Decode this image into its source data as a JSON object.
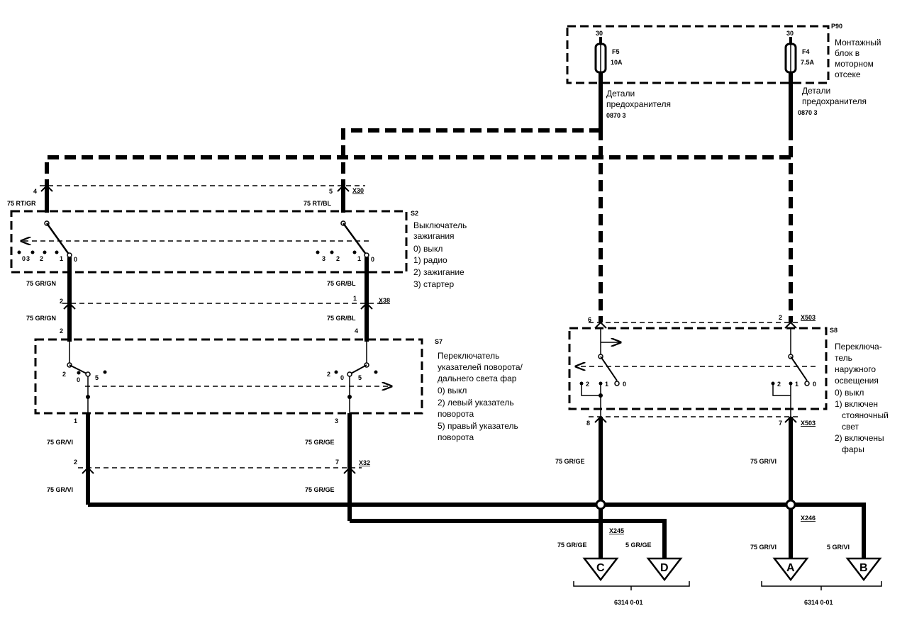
{
  "fuse_box": {
    "id": "P90",
    "title_lines": [
      "Монтажный",
      "блок в",
      "моторном",
      "отсеке"
    ],
    "fuses": [
      {
        "terminal": "30",
        "id": "F5",
        "rating": "10A",
        "detail_lines": [
          "Детали",
          "предохранителя"
        ],
        "ref": "0870 3"
      },
      {
        "terminal": "30",
        "id": "F4",
        "rating": "7.5A",
        "detail_lines": [
          "Детали",
          "предохранителя"
        ],
        "ref": "0870 3"
      }
    ]
  },
  "ignition_switch": {
    "id": "S2",
    "title_lines": [
      "Выключатель",
      "зажигания"
    ],
    "positions": [
      "0) выкл",
      "1) радио",
      "2) зажигание",
      "3) стартер"
    ],
    "left_digits": [
      "0",
      "3",
      "2",
      "1",
      "0"
    ],
    "right_digits": [
      "3",
      "2",
      "1",
      "0"
    ],
    "connector": "X30",
    "pin_left": "4",
    "pin_right": "5",
    "wire_left": "75 RT/GR",
    "wire_right": "75 RT/BL"
  },
  "turn_switch": {
    "id": "S7",
    "title_lines": [
      "Переключатель",
      "указателей поворота/",
      "дальнего света фар"
    ],
    "positions": [
      "0) выкл",
      "2) левый указатель",
      "поворота",
      "5) правый указатель",
      "поворота"
    ],
    "left_digits": [
      "2",
      "0",
      "5"
    ],
    "right_digits": [
      "2",
      "0",
      "5"
    ],
    "connector_in": "X38",
    "connector_out": "X32",
    "wire_in_left": "75 GR/GN",
    "wire_in_right": "75 GR/BL",
    "pins_in_left": [
      "2",
      "2"
    ],
    "pins_in_right": [
      "1",
      "4"
    ],
    "pins_out_left": [
      "1",
      "2"
    ],
    "pins_out_right": [
      "3",
      "7"
    ],
    "wire_out_left": "75 GR/VI",
    "wire_out_right": "75 GR/GE"
  },
  "light_switch": {
    "id": "S8",
    "title_lines": [
      "Переключа-",
      "тель",
      "наружного",
      "освещения"
    ],
    "positions": [
      "0) выкл",
      "1) включен",
      "стояночный",
      "свет",
      "2) включены",
      "фары"
    ],
    "digits": [
      "2",
      "1",
      "0"
    ],
    "connector": "X503",
    "pins_in": [
      "6",
      "2"
    ],
    "pins_out": [
      "8",
      "7"
    ],
    "wire_left": "75 GR/GE",
    "wire_right": "75 GR/VI"
  },
  "outputs": {
    "connector_left": "X245",
    "connector_right": "X246",
    "terminals": [
      {
        "label": "C",
        "wire": "75 GR/GE"
      },
      {
        "label": "D",
        "wire": "5 GR/GE"
      },
      {
        "label": "A",
        "wire": "75 GR/VI"
      },
      {
        "label": "B",
        "wire": "5 GR/VI"
      }
    ],
    "ref_left": "6314 0-01",
    "ref_right": "6314 0-01"
  }
}
